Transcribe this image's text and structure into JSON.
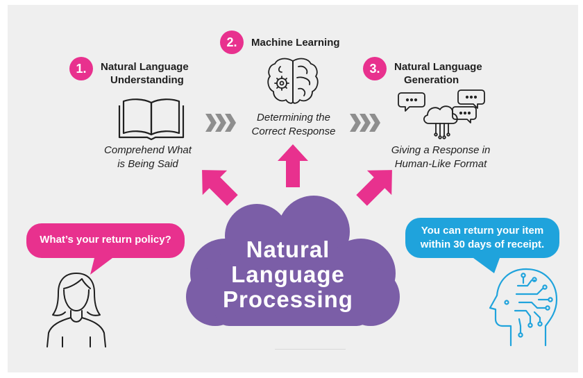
{
  "steps": [
    {
      "number": "1.",
      "title_line1": "Natural Language",
      "title_line2": "Understanding",
      "caption_line1": "Comprehend What",
      "caption_line2": "is Being Said",
      "icon": "open-book-icon"
    },
    {
      "number": "2.",
      "title_line1": "Machine Learning",
      "title_line2": "",
      "caption_line1": "Determining the",
      "caption_line2": "Correct Response",
      "icon": "brain-gear-icon"
    },
    {
      "number": "3.",
      "title_line1": "Natural Language",
      "title_line2": "Generation",
      "caption_line1": "Giving a Response in",
      "caption_line2": "Human-Like Format",
      "icon": "cloud-chat-icon"
    }
  ],
  "center": {
    "line1": "Natural",
    "line2": "Language",
    "line3": "Processing"
  },
  "user_bubble": {
    "text": "What’s your return policy?"
  },
  "bot_bubble": {
    "line1": "You can return your item",
    "line2": "within 30 days of receipt."
  },
  "colors": {
    "accent_pink": "#e8318e",
    "cloud_purple": "#7b5ea7",
    "bubble_blue": "#1fa3dc",
    "chevron_gray": "#8e8e8e",
    "text_dark": "#1f1f1f"
  }
}
